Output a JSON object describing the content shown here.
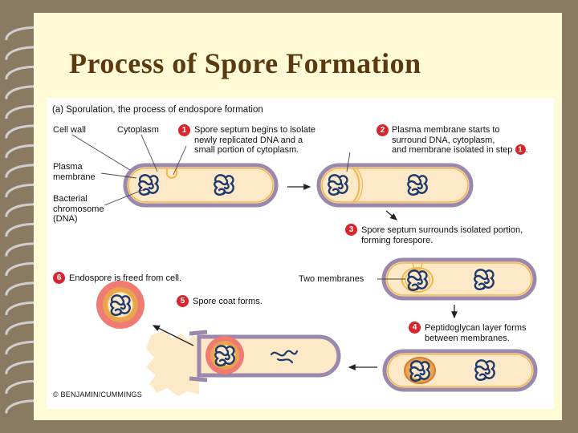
{
  "slide": {
    "title": "Process of Spore Formation"
  },
  "figure": {
    "panel_title": "(a)  Sporulation, the process of endospore formation",
    "credit": "© BENJAMIN/CUMMINGS",
    "labels": {
      "cell_wall": "Cell wall",
      "cytoplasm": "Cytoplasm",
      "plasma_membrane": [
        "Plasma",
        "membrane"
      ],
      "bacterial_chromosome": [
        "Bacterial",
        "chromosome",
        "(DNA)"
      ],
      "two_membranes": "Two membranes"
    },
    "steps": [
      {
        "number": "1",
        "lines": [
          "Spore septum begins to isolate",
          "newly replicated DNA and a",
          "small portion of cytoplasm."
        ]
      },
      {
        "number": "2",
        "lines": [
          "Plasma membrane starts to",
          "surround DNA, cytoplasm,",
          "and membrane isolated in step"
        ]
      },
      {
        "number": "3",
        "lines": [
          "Spore septum surrounds isolated portion,",
          "forming forespore."
        ]
      },
      {
        "number": "4",
        "lines": [
          "Peptidoglycan layer forms",
          "between membranes."
        ]
      },
      {
        "number": "5",
        "lines": [
          "Spore coat forms."
        ]
      },
      {
        "number": "6",
        "lines": [
          "Endospore is freed from cell."
        ]
      }
    ],
    "step2_ref": "1"
  },
  "colors": {
    "cell_wall": "#9a88ad",
    "cytoplasm": "#fde9c8",
    "membrane": "#f3b64a",
    "dna": "#1c3a6e",
    "spore_coat": "#f07b72",
    "step_badge": "#d7262d",
    "title": "#5c3a10"
  }
}
